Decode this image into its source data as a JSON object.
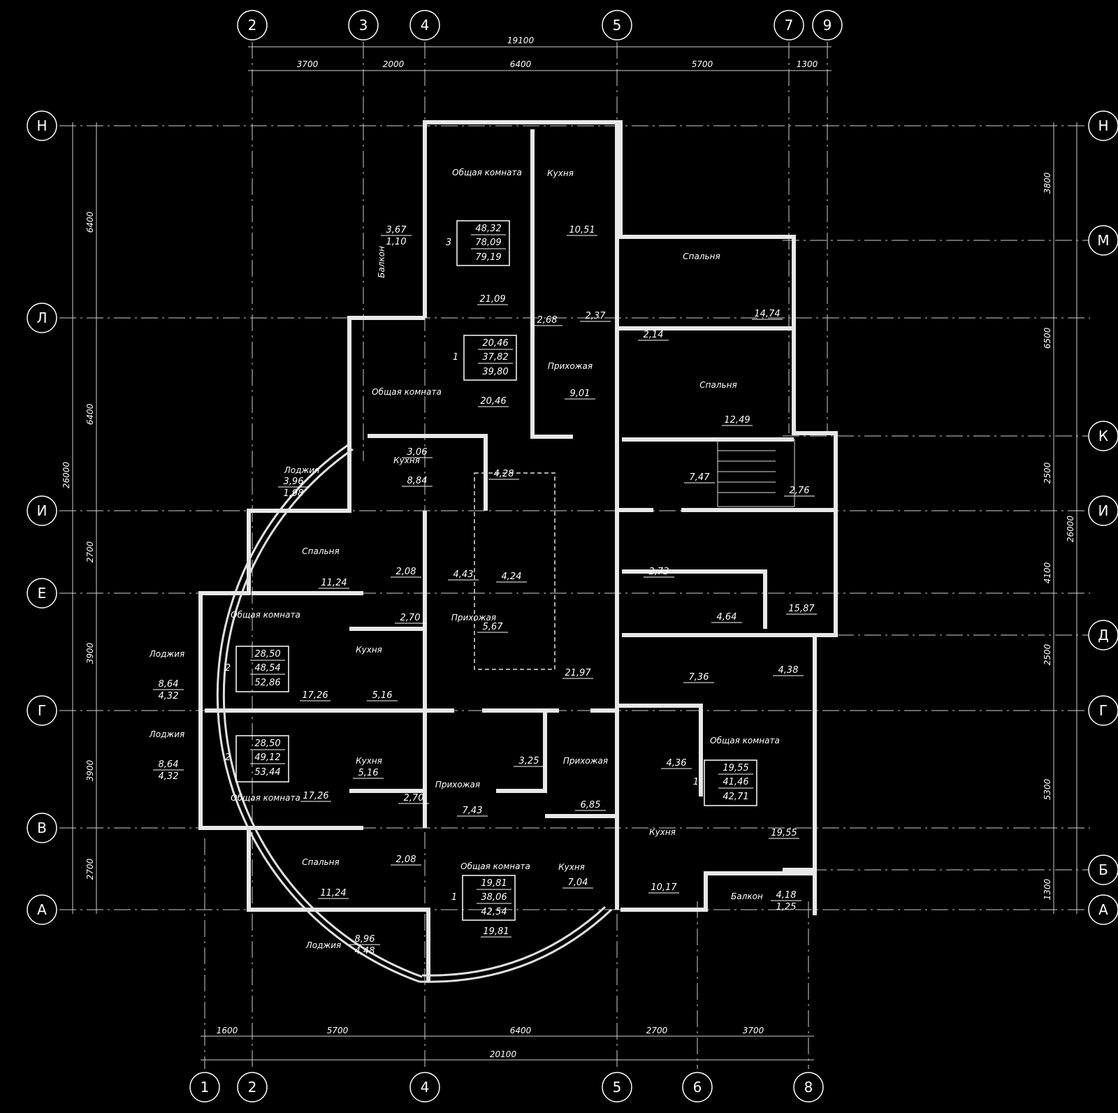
{
  "axes_top": [
    "2",
    "3",
    "4",
    "5",
    "7",
    "9"
  ],
  "axes_bottom": [
    "1",
    "2",
    "4",
    "5",
    "6",
    "8"
  ],
  "axes_left": [
    "Н",
    "Л",
    "И",
    "Е",
    "Г",
    "В",
    "А"
  ],
  "axes_right": [
    "Н",
    "М",
    "К",
    "И",
    "Д",
    "Г",
    "Б",
    "А"
  ],
  "dims_top": [
    "19100",
    "3700",
    "2000",
    "6400",
    "5700",
    "1300"
  ],
  "dims_bottom": [
    "1600",
    "5700",
    "6400",
    "2700",
    "3700",
    "20100"
  ],
  "dims_left": [
    "6400",
    "6400",
    "26000",
    "2700",
    "3900",
    "3900",
    "2700"
  ],
  "dims_right": [
    "3800",
    "6500",
    "2500",
    "26000",
    "4100",
    "2500",
    "5300",
    "1300"
  ],
  "rooms": [
    {
      "name": "Общая комната",
      "area": "21,09"
    },
    {
      "name": "Кухня",
      "area": "10,51"
    },
    {
      "name": "Балкон",
      "area": "3,67",
      "area2": "1,10"
    },
    {
      "name": "Спальня",
      "area": "14,74"
    },
    {
      "name": "",
      "area": "2,37"
    },
    {
      "name": "",
      "area": "2,68"
    },
    {
      "name": "",
      "area": "2,14"
    },
    {
      "name": "Прихожая",
      "area": "9,01"
    },
    {
      "name": "Общая комната",
      "area": "20,46"
    },
    {
      "name": "",
      "area": "3,06"
    },
    {
      "name": "Спальня",
      "area": "12,49"
    },
    {
      "name": "Кухня",
      "area": "8,84"
    },
    {
      "name": "Лоджия",
      "area": "3,96",
      "area2": "1,98"
    },
    {
      "name": "",
      "area": "4,28"
    },
    {
      "name": "",
      "area": "7,47"
    },
    {
      "name": "",
      "area": "2,76"
    },
    {
      "name": "Спальня",
      "area": "11,24"
    },
    {
      "name": "",
      "area": "2,08"
    },
    {
      "name": "",
      "area": "4,43"
    },
    {
      "name": "",
      "area": "4,24"
    },
    {
      "name": "",
      "area": "2,73"
    },
    {
      "name": "",
      "area": "4,64"
    },
    {
      "name": "",
      "area": "15,87"
    },
    {
      "name": "Общая комната",
      "area": "17,26"
    },
    {
      "name": "",
      "area": "2,70"
    },
    {
      "name": "Прихожая",
      "area": "5,67"
    },
    {
      "name": "Кухня",
      "area": "5,16"
    },
    {
      "name": "Лоджия",
      "area": "8,64",
      "area2": "4,32"
    },
    {
      "name": "",
      "area": "21,97"
    },
    {
      "name": "",
      "area": "7,36"
    },
    {
      "name": "",
      "area": "4,38"
    },
    {
      "name": "Лоджия",
      "area": "8,64",
      "area2": "4,32"
    },
    {
      "name": "Кухня",
      "area": "5,16"
    },
    {
      "name": "",
      "area": "3,25"
    },
    {
      "name": "Прихожая",
      "area": "6,85"
    },
    {
      "name": "",
      "area": "4,36"
    },
    {
      "name": "Общая комната",
      "area": "19,55"
    },
    {
      "name": "Общая комната",
      "area": "17,26"
    },
    {
      "name": "",
      "area": "2,70"
    },
    {
      "name": "Прихожая",
      "area": "7,43"
    },
    {
      "name": "Кухня",
      "area": "10,17"
    },
    {
      "name": "Спальня",
      "area": "11,24"
    },
    {
      "name": "",
      "area": "2,08"
    },
    {
      "name": "Общая комната",
      "area": "19,81"
    },
    {
      "name": "Кухня",
      "area": "7,04"
    },
    {
      "name": "Балкон",
      "area": "4,18",
      "area2": "1,25"
    },
    {
      "name": "Лоджия",
      "area": "8,96",
      "area2": "4,48"
    }
  ],
  "apartments": [
    {
      "rooms": "3",
      "living": "48,32",
      "total": "78,09",
      "total_b": "79,19"
    },
    {
      "rooms": "1",
      "living": "20,46",
      "total": "37,82",
      "total_b": "39,80"
    },
    {
      "rooms": "2",
      "living": "28,50",
      "total": "48,54",
      "total_b": "52,86"
    },
    {
      "rooms": "2",
      "living": "28,50",
      "total": "49,12",
      "total_b": "53,44"
    },
    {
      "rooms": "1",
      "living": "19,55",
      "total": "41,46",
      "total_b": "42,71"
    },
    {
      "rooms": "1",
      "living": "19,81",
      "total": "38,06",
      "total_b": "42,54"
    }
  ]
}
